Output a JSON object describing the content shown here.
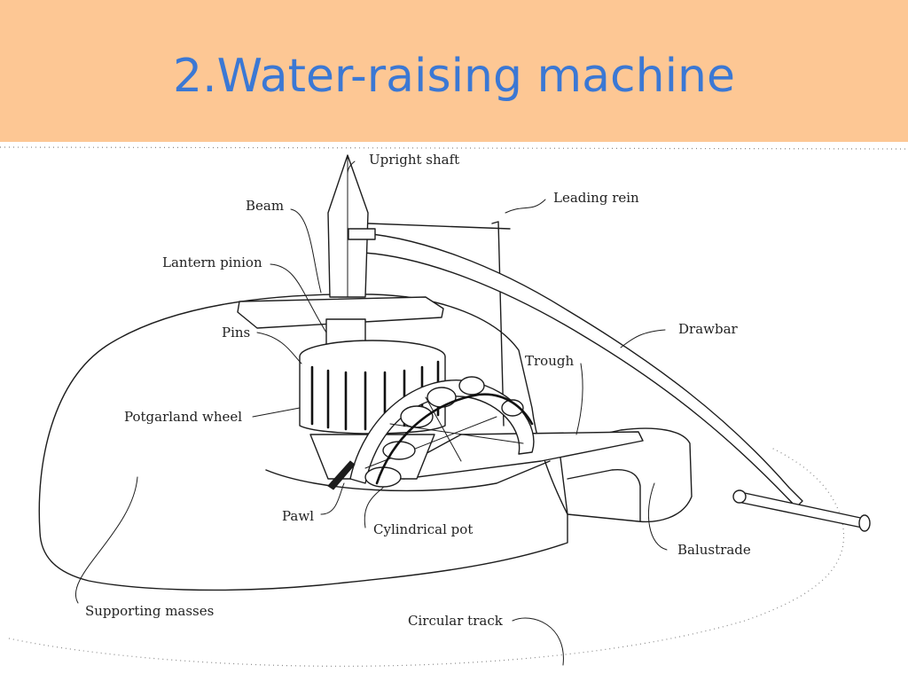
{
  "slide": {
    "title": "2.Water-raising machine",
    "title_color": "#3b78d4",
    "band_color": "#fdc794"
  },
  "diagram": {
    "labels": {
      "upright_shaft": "Upright shaft",
      "beam": "Beam",
      "leading_rein": "Leading rein",
      "lantern_pinion": "Lantern pinion",
      "pins": "Pins",
      "drawbar": "Drawbar",
      "trough": "Trough",
      "potgarland_wheel": "Potgarland wheel",
      "pawl": "Pawl",
      "cylindrical_pot": "Cylindrical pot",
      "balustrade": "Balustrade",
      "supporting_masses": "Supporting masses",
      "circular_track": "Circular track"
    }
  }
}
